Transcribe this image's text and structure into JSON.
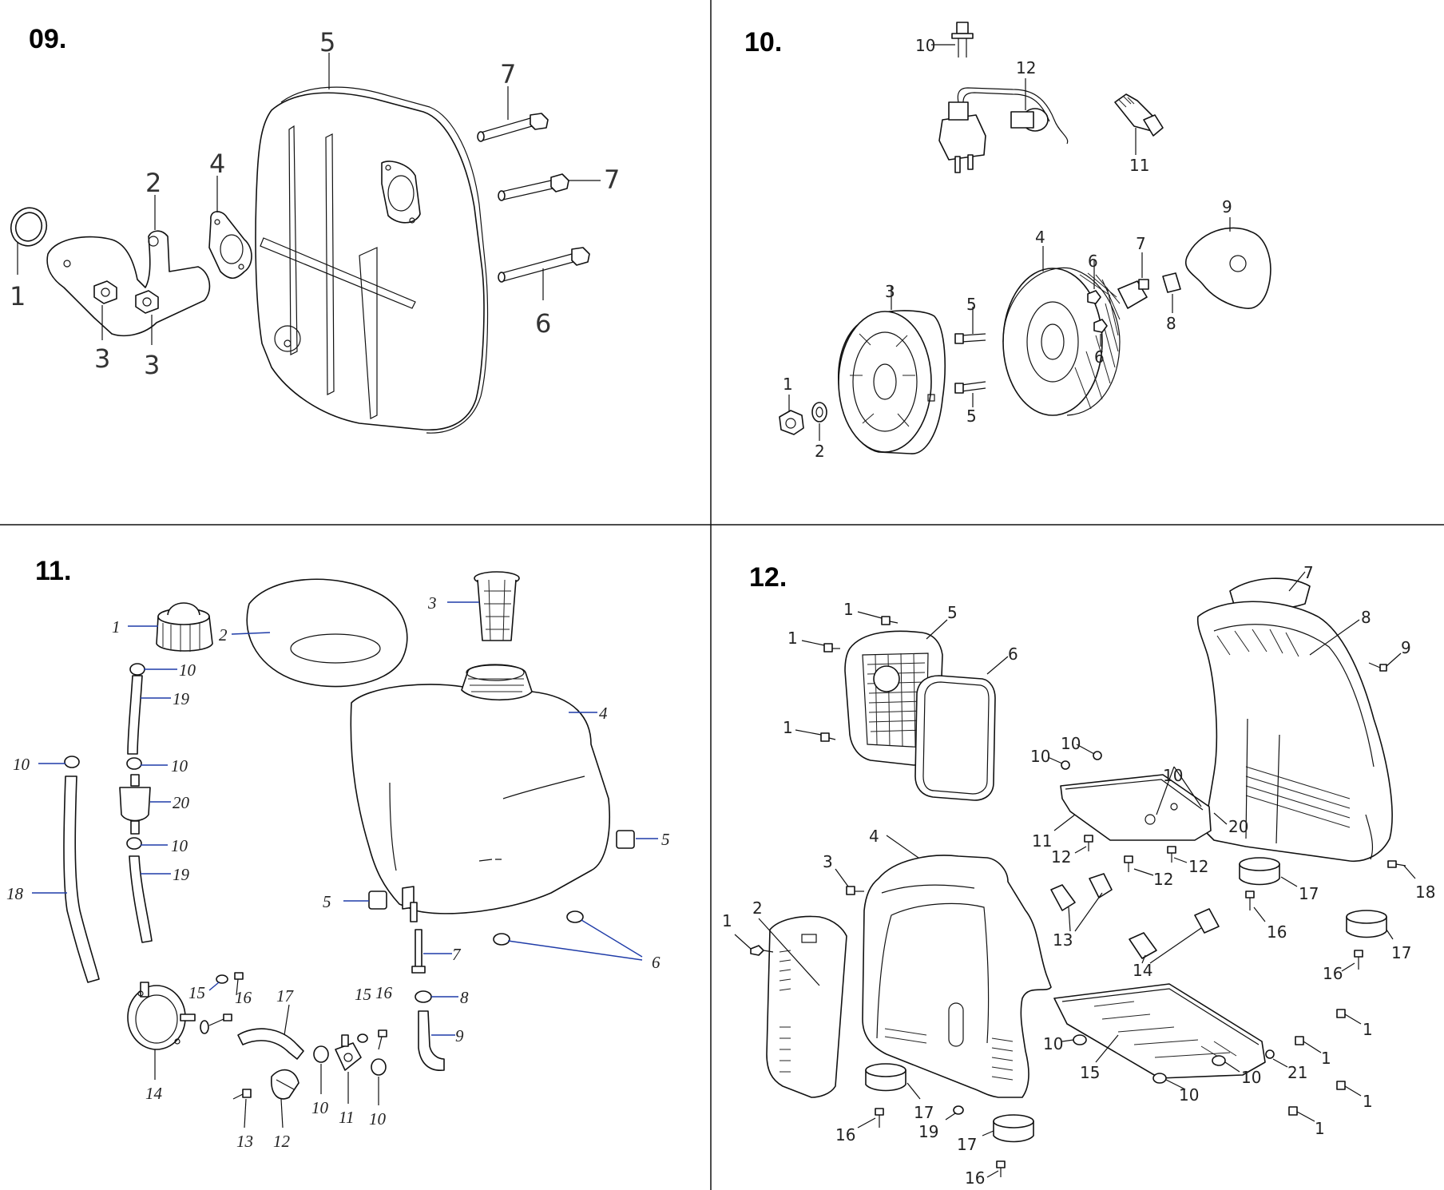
{
  "panels": [
    {
      "title": "09.",
      "callouts": [
        "5",
        "7",
        "7",
        "6",
        "4",
        "2",
        "1",
        "3",
        "3"
      ]
    },
    {
      "title": "10.",
      "callouts": [
        "10",
        "12",
        "11",
        "9",
        "7",
        "4",
        "6",
        "6",
        "8",
        "3",
        "5",
        "5",
        "1",
        "2"
      ]
    },
    {
      "title": "11.",
      "callouts": [
        "1",
        "2",
        "3",
        "10",
        "19",
        "4",
        "10",
        "10",
        "20",
        "10",
        "19",
        "18",
        "5",
        "5",
        "6",
        "7",
        "8",
        "9",
        "15",
        "16",
        "17",
        "15",
        "16",
        "14",
        "10",
        "11",
        "10",
        "13",
        "12"
      ]
    },
    {
      "title": "12.",
      "callouts": [
        "7",
        "1",
        "5",
        "8",
        "9",
        "1",
        "6",
        "1",
        "10",
        "10",
        "10",
        "20",
        "11",
        "12",
        "12",
        "12",
        "3",
        "4",
        "17",
        "18",
        "13",
        "16",
        "1",
        "2",
        "14",
        "17",
        "16",
        "10",
        "1",
        "15",
        "10",
        "1",
        "21",
        "10",
        "1",
        "17",
        "16",
        "19",
        "17",
        "1",
        "16"
      ]
    }
  ]
}
